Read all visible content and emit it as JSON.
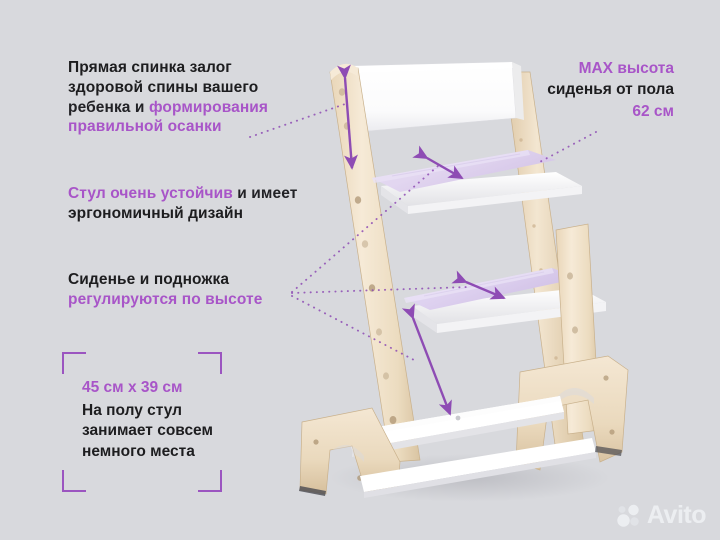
{
  "background_color": "#d8d9dd",
  "accent_color": "#a855c8",
  "text_color": "#1d1d1f",
  "blocks": {
    "backrest": {
      "line1": "Прямая спинка залог",
      "line2": "здоровой спины вашего",
      "line3_plain": "ребенка и ",
      "line3_accent": "формирования",
      "line4_accent": "правильной осанки"
    },
    "stable": {
      "line1_accent": "Стул очень устойчив",
      "line1_plain": " и имеет",
      "line2": "эргономичный дизайн"
    },
    "adjust": {
      "line1": "Сиденье и подножка",
      "line2_accent": "регулируются по высоте"
    },
    "max_height": {
      "line1": "MAX высота",
      "line2": "сиденья от пола",
      "line3": "62 см"
    },
    "footprint": {
      "dimensions": "45 см x 39 см",
      "line1": "На полу стул",
      "line2": "занимает совсем",
      "line3": "немного места"
    }
  },
  "logo": {
    "name": "Avito",
    "mark": "avito-dots-icon"
  },
  "product": {
    "name": "growing-chair",
    "colors": {
      "wood_light": "#f2e3cc",
      "wood_mid": "#e6d2b4",
      "wood_dark": "#d4bd99",
      "white": "#ffffff",
      "white_shade": "#e9e9ec",
      "seat_purple": "#ded2ef",
      "seat_purple_dark": "#cbbbe4"
    }
  },
  "annotations": {
    "arrow_backrest": "backrest-height-arrow",
    "arrow_seat_top": "seat-depth-arrow",
    "arrow_seat_bottom": "footrest-depth-arrow",
    "arrow_post": "seat-height-arrow",
    "leader_lines": 5
  }
}
